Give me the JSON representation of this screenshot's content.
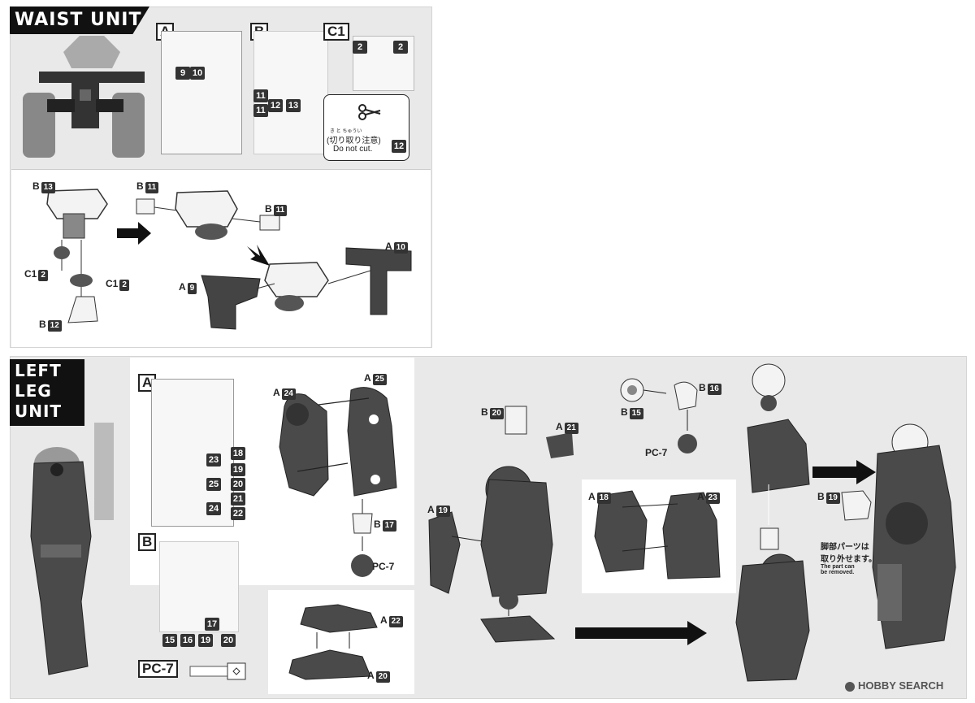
{
  "waist": {
    "title": "WAIST UNIT",
    "runners": [
      "A",
      "B",
      "C1"
    ],
    "runner_a_parts": [
      "9",
      "10"
    ],
    "runner_b_parts": [
      "11",
      "11",
      "12",
      "13"
    ],
    "runner_c1_parts": [
      "2",
      "2"
    ],
    "caution_jp": "(切り取り注意)",
    "caution_ruby": "き  と  ちゅうい",
    "caution_en": "Do not cut.",
    "caution_part": "12",
    "labels": {
      "b13": {
        "l": "B",
        "n": "13"
      },
      "b11a": {
        "l": "B",
        "n": "11"
      },
      "b11b": {
        "l": "B",
        "n": "11"
      },
      "c1a": {
        "l": "C1",
        "n": "2"
      },
      "c1b": {
        "l": "C1",
        "n": "2"
      },
      "b12": {
        "l": "B",
        "n": "12"
      },
      "a9": {
        "l": "A",
        "n": "9"
      },
      "a10": {
        "l": "A",
        "n": "10"
      }
    }
  },
  "leg": {
    "title_lines": [
      "LEFT",
      "LEG",
      "UNIT"
    ],
    "runner_a": "A",
    "runner_a_parts": [
      "18",
      "23",
      "19",
      "25",
      "20",
      "21",
      "24",
      "22"
    ],
    "runner_b": "B",
    "runner_b_parts": [
      "17",
      "15",
      "16",
      "19",
      "20"
    ],
    "pc_label": "PC-7",
    "labels": {
      "a24": {
        "l": "A",
        "n": "24"
      },
      "a25": {
        "l": "A",
        "n": "25"
      },
      "b17": {
        "l": "B",
        "n": "17"
      },
      "pc7a": "PC-7",
      "b20": {
        "l": "B",
        "n": "20"
      },
      "a21": {
        "l": "A",
        "n": "21"
      },
      "a19": {
        "l": "A",
        "n": "19"
      },
      "b15": {
        "l": "B",
        "n": "15"
      },
      "b16": {
        "l": "B",
        "n": "16"
      },
      "pc7b": "PC-7",
      "a18": {
        "l": "A",
        "n": "18"
      },
      "a23": {
        "l": "A",
        "n": "23"
      },
      "a22": {
        "l": "A",
        "n": "22"
      },
      "a20": {
        "l": "A",
        "n": "20"
      },
      "b19": {
        "l": "B",
        "n": "19"
      }
    },
    "removable_jp_1": "脚部パーツは",
    "removable_jp_2": "取り外せます。",
    "removable_en_1": "The part can",
    "removable_en_2": "be removed."
  },
  "watermark": "HOBBY SEARCH",
  "colors": {
    "dark_part": "#4a4a4a",
    "light_part": "#f2f2f2",
    "panel": "#e9e9e9",
    "banner": "#111111"
  }
}
